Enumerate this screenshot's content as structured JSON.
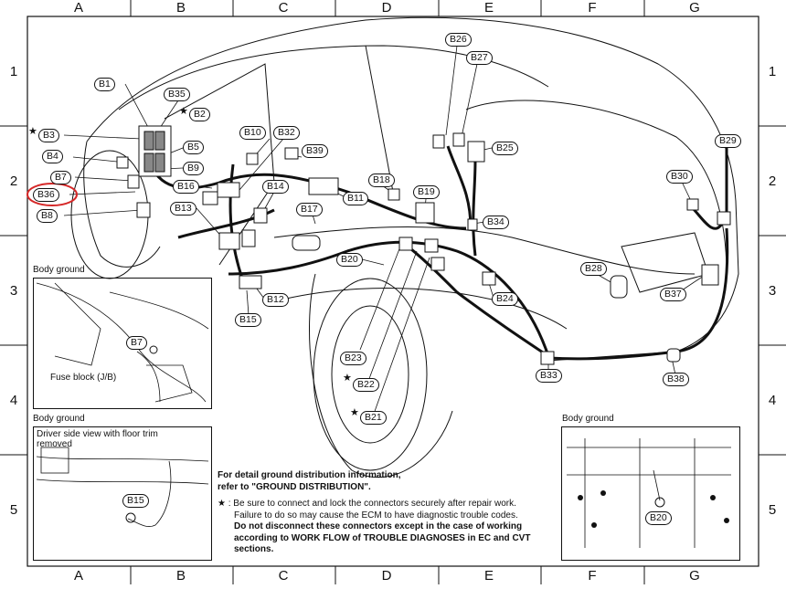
{
  "grid": {
    "columns": [
      "A",
      "B",
      "C",
      "D",
      "E",
      "F",
      "G"
    ],
    "rows": [
      "1",
      "2",
      "3",
      "4",
      "5"
    ]
  },
  "connectors": {
    "B1": "B1",
    "B2": "B2",
    "B3": "B3",
    "B4": "B4",
    "B5": "B5",
    "B7": "B7",
    "B8": "B8",
    "B9": "B9",
    "B10": "B10",
    "B11": "B11",
    "B12": "B12",
    "B13": "B13",
    "B14": "B14",
    "B15": "B15",
    "B16": "B16",
    "B17": "B17",
    "B18": "B18",
    "B19": "B19",
    "B20": "B20",
    "B21": "B21",
    "B22": "B22",
    "B23": "B23",
    "B24": "B24",
    "B25": "B25",
    "B26": "B26",
    "B27": "B27",
    "B28": "B28",
    "B29": "B29",
    "B30": "B30",
    "B32": "B32",
    "B33": "B33",
    "B34": "B34",
    "B35": "B35",
    "B36": "B36",
    "B37": "B37",
    "B38": "B38",
    "B39": "B39"
  },
  "stars": "★",
  "insets": {
    "body_ground_1": "Body ground",
    "fuse_block": "Fuse block (J/B)",
    "b7": "B7",
    "body_ground_2": "Body ground",
    "driver_side": "Driver side view with floor trim",
    "removed": "removed",
    "b15": "B15",
    "body_ground_3": "Body ground",
    "b20": "B20"
  },
  "notes": {
    "line1": "For detail ground distribution information,",
    "line2": "refer to \"GROUND DISTRIBUTION\".",
    "star_line1": ": Be sure to connect and lock the connectors securely after repair work.",
    "star_line2": "Failure to do so may cause the ECM to have diagnostic trouble codes.",
    "bold1": "Do not disconnect these connectors except in the case of working",
    "bold2": "according to WORK FLOW of TROUBLE DIAGNOSES in EC and CVT",
    "bold3": "sections."
  },
  "colors": {
    "highlight": "#d62828",
    "ink": "#111111"
  }
}
